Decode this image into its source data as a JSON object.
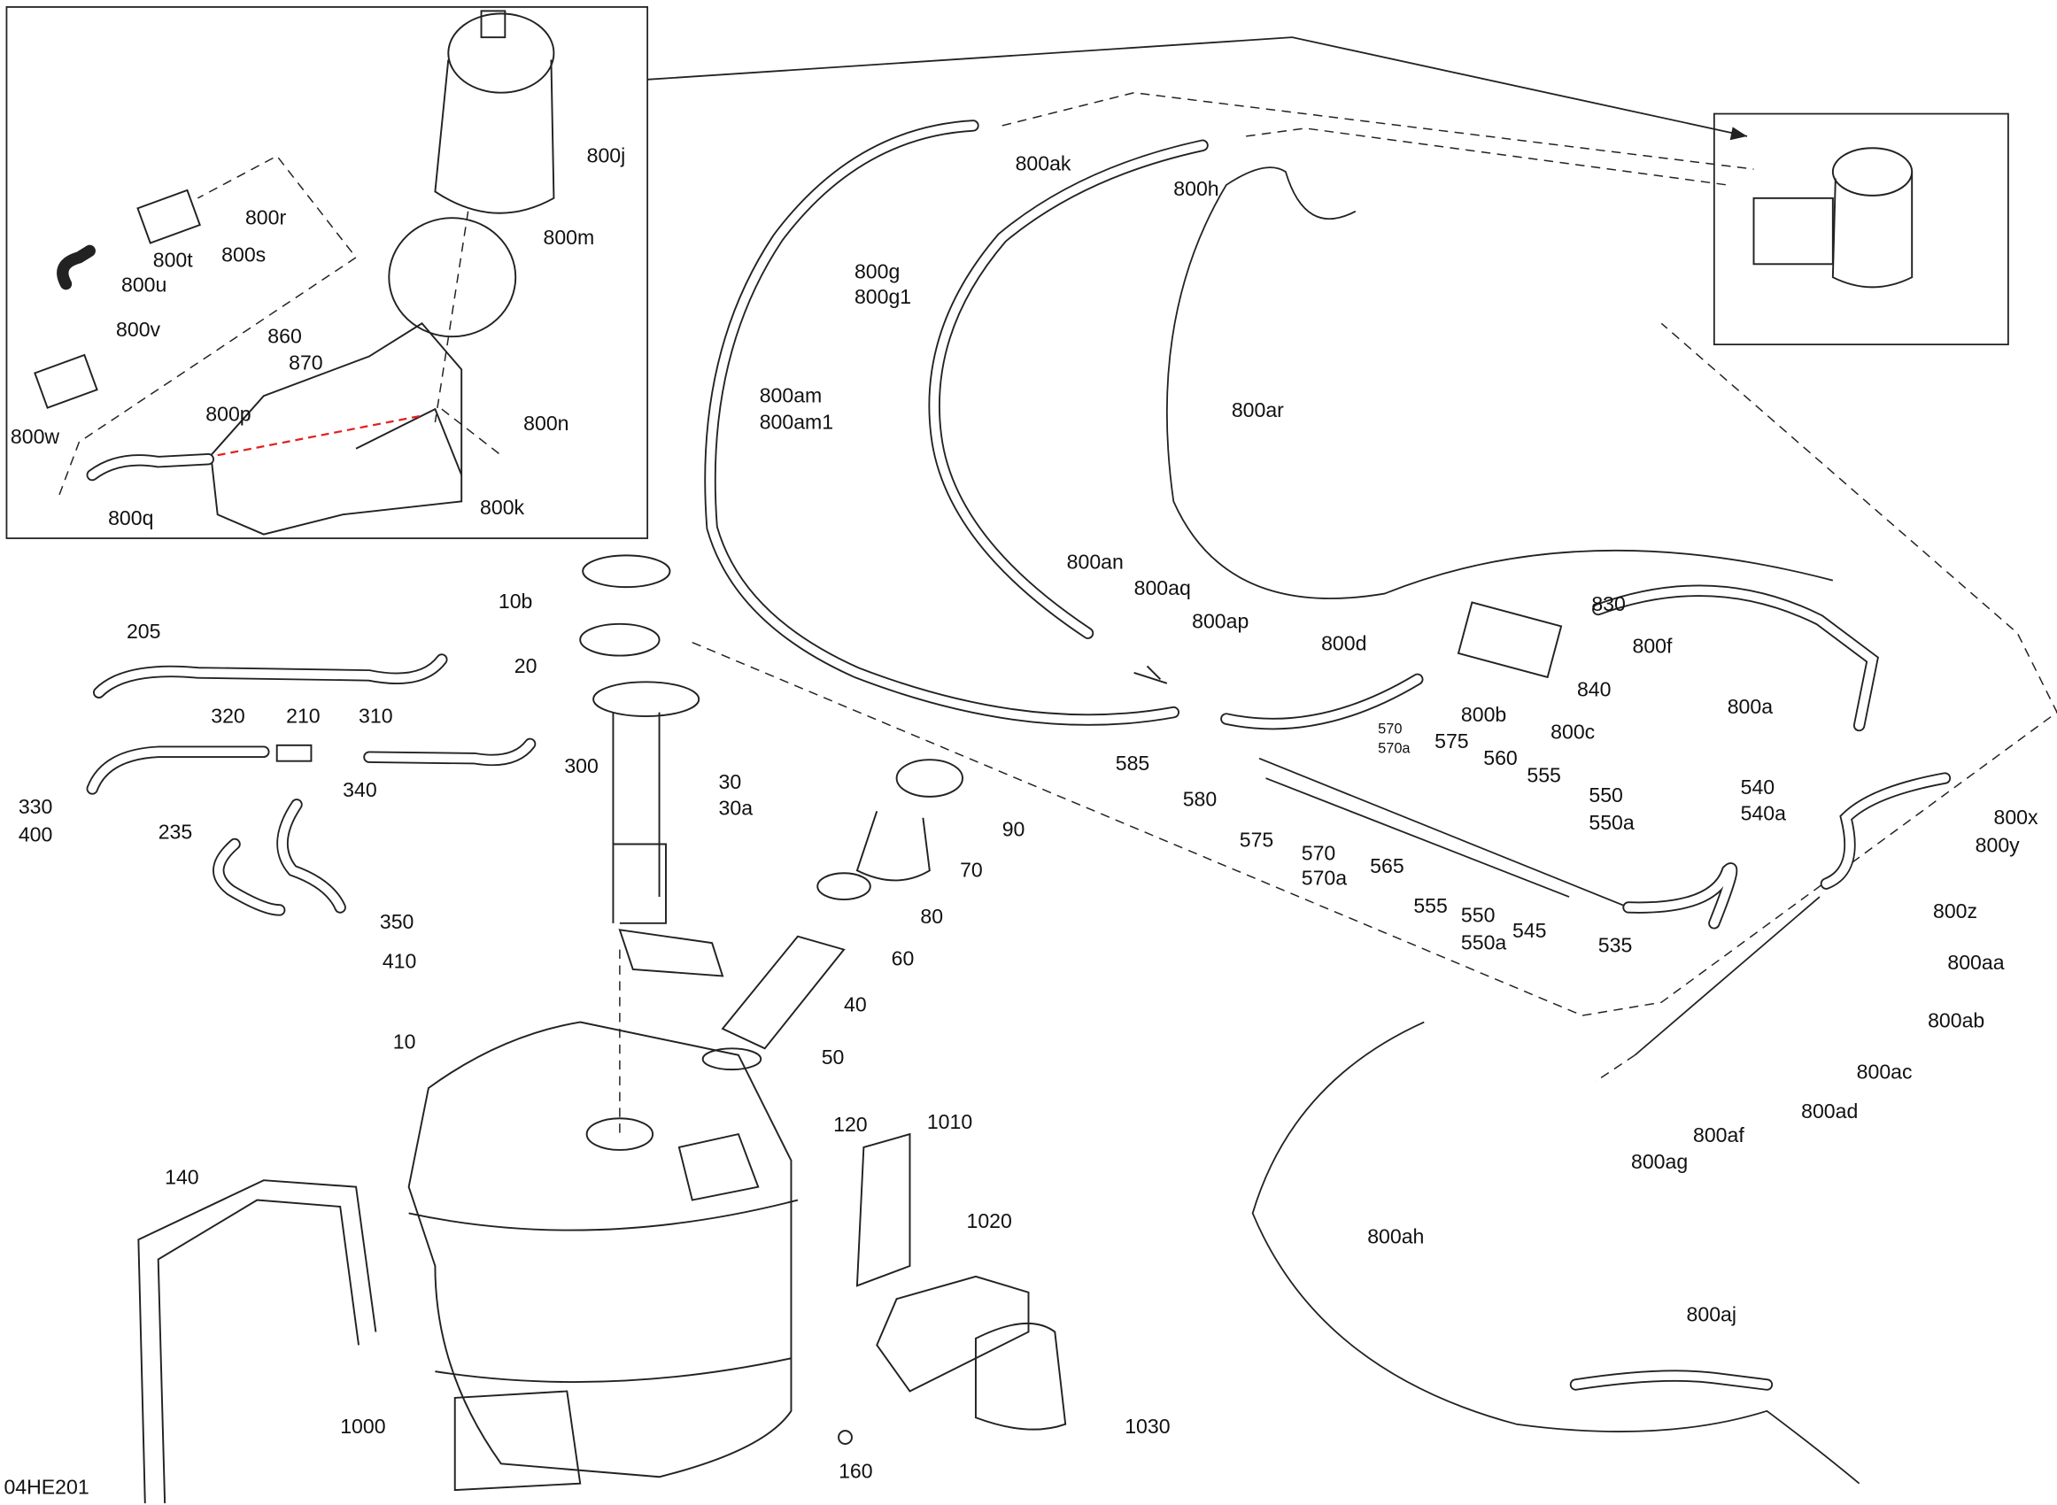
{
  "diagram": {
    "reference_code": "04HE201",
    "accent_color": "#e02020",
    "callouts": [
      "800j",
      "800r",
      "800s",
      "800t",
      "800m",
      "800u",
      "800v",
      "860",
      "870",
      "800w",
      "800p",
      "800n",
      "800q",
      "800k",
      "800ak",
      "800h",
      "800g",
      "800g1",
      "800am",
      "800am1",
      "800ar",
      "10b",
      "20",
      "205",
      "320",
      "210",
      "310",
      "300",
      "330",
      "400",
      "340",
      "235",
      "350",
      "410",
      "30",
      "30a",
      "90",
      "70",
      "80",
      "60",
      "40",
      "50",
      "10",
      "120",
      "1010",
      "140",
      "1020",
      "1030",
      "1000",
      "160",
      "800an",
      "800aq",
      "800ap",
      "830",
      "800f",
      "800d",
      "840",
      "800b",
      "800c",
      "800a",
      "570",
      "570a",
      "575",
      "560",
      "555",
      "550",
      "550a",
      "585",
      "580",
      "575",
      "570",
      "570a",
      "565",
      "555",
      "550",
      "550a",
      "545",
      "535",
      "540",
      "540a",
      "800x",
      "800y",
      "800z",
      "800aa",
      "800ab",
      "800ac",
      "800ad",
      "800af",
      "800ag",
      "800ah",
      "800aj"
    ]
  }
}
